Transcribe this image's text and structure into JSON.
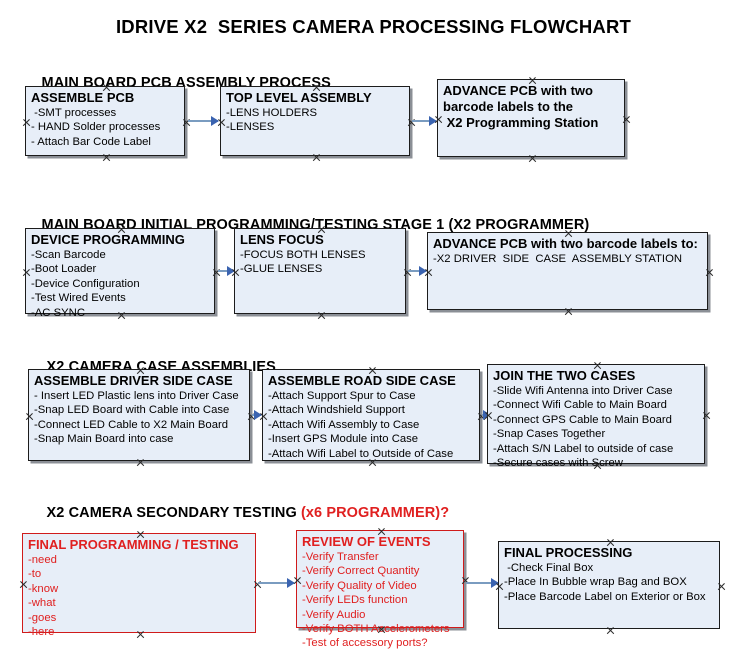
{
  "document": {
    "title": "IDRIVE X2  SERIES CAMERA PROCESSING FLOWCHART"
  },
  "colors": {
    "node_fill": "#e7eef8",
    "node_border": "#1c1c1c",
    "node_shadow": "#8b8f96",
    "accent_red": "#e02020",
    "arrow_shaft": "#7a9cc0",
    "arrow_head": "#3a63b0",
    "text": "#000000"
  },
  "sections": [
    {
      "heading": "MAIN BOARD PCB ASSEMBLY PROCESS",
      "heading_red": "",
      "nodes": [
        {
          "title": "ASSEMBLE PCB",
          "items": [
            " -SMT processes",
            "- HAND Solder processes",
            "- Attach Bar Code Label"
          ]
        },
        {
          "title": "TOP LEVEL ASSEMBLY",
          "items": [
            "-LENS HOLDERS",
            "-LENSES"
          ]
        },
        {
          "title": "ADVANCE PCB with two",
          "items": [
            "barcode labels to the",
            " X2 Programming Station"
          ]
        }
      ]
    },
    {
      "heading": "MAIN BOARD INITIAL PROGRAMMING/TESTING STAGE 1 (X2 PROGRAMMER)",
      "heading_red": "",
      "nodes": [
        {
          "title": "DEVICE PROGRAMMING",
          "items": [
            "-Scan Barcode",
            "-Boot Loader",
            "-Device Configuration",
            "-Test Wired Events",
            "-AC SYNC"
          ]
        },
        {
          "title": "LENS FOCUS",
          "items": [
            "-FOCUS BOTH LENSES",
            "-GLUE LENSES"
          ]
        },
        {
          "title": "ADVANCE PCB with two barcode labels to:",
          "items": [
            "-X2 DRIVER  SIDE  CASE  ASSEMBLY STATION"
          ]
        }
      ]
    },
    {
      "heading": "X2 CAMERA CASE ASSEMBLIES",
      "heading_red": "",
      "nodes": [
        {
          "title": "ASSEMBLE DRIVER SIDE CASE",
          "items": [
            "- Insert LED Plastic lens into Driver Case",
            "-Snap LED Board with Cable into Case",
            "-Connect LED Cable to X2 Main Board",
            "-Snap Main Board into case"
          ]
        },
        {
          "title": "ASSEMBLE ROAD SIDE CASE",
          "items": [
            "-Attach Support Spur to Case",
            "-Attach Windshield Support",
            "-Attach Wifi Assembly to Case",
            "-Insert GPS Module into Case",
            "-Attach Wifi Label to Outside of Case"
          ]
        },
        {
          "title": "JOIN THE TWO CASES",
          "items": [
            "-Slide Wifi Antenna into Driver Case",
            "-Connect Wifi Cable to Main Board",
            "-Connect GPS Cable to Main Board",
            "-Snap Cases Together",
            "-Attach S/N Label to outside of case",
            "-Secure cases with Screw"
          ]
        }
      ]
    },
    {
      "heading": "X2 CAMERA SECONDARY TESTING ",
      "heading_red": "(x6 PROGRAMMER)?",
      "nodes": [
        {
          "title": "FINAL PROGRAMMING / TESTING",
          "items": [
            "-need",
            "-to",
            "-know",
            "-what",
            "-goes",
            "-here"
          ]
        },
        {
          "title": "REVIEW OF EVENTS",
          "items": [
            "-Verify Transfer",
            "-Verify Correct Quantity",
            "-Verify Quality of Video",
            "-Verify LEDs function",
            "-Verify Audio",
            "-Verify BOTH Accelerometers",
            "-Test of accessory ports?"
          ]
        },
        {
          "title": "FINAL PROCESSING",
          "items": [
            " -Check Final Box",
            "-Place In Bubble wrap Bag and BOX",
            "-Place Barcode Label on Exterior or Box"
          ]
        }
      ]
    }
  ]
}
